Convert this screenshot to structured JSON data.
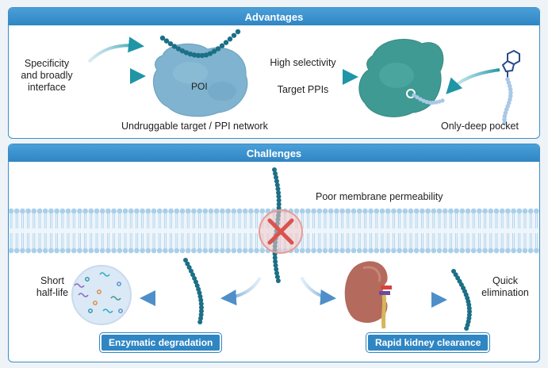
{
  "panels": {
    "advantages": {
      "title": "Advantages",
      "left_label_line1": "Specificity",
      "left_label_line2": "and broadly",
      "left_label_line3": "interface",
      "poi_label": "POI",
      "poi_caption": "Undruggable target / PPI network",
      "arrow_label_top": "High selectivity",
      "arrow_label_bottom": "Target PPIs",
      "pocket_caption": "Only-deep pocket"
    },
    "challenges": {
      "title": "Challenges",
      "membrane_label": "Poor membrane permeability",
      "halflife_line1": "Short",
      "halflife_line2": "half-life",
      "enzymatic_label": "Enzymatic degradation",
      "kidney_label": "Rapid kidney clearance",
      "elimination_line1": "Quick",
      "elimination_line2": "elimination"
    }
  },
  "colors": {
    "header_blue": "#2f86c3",
    "arrow_teal": "#1f95a6",
    "protein_blue": "#7fb3cf",
    "protein_teal": "#3f9a93",
    "bead_dark": "#1c6f86",
    "bead_light": "#a9c8e6",
    "membrane": "#a9cfe9",
    "cross_red": "#d9534f",
    "kidney": "#b46a5c"
  },
  "icons": [
    "peptide-chain-icon",
    "protein-poi-icon",
    "protein-pocket-icon",
    "small-molecule-icon",
    "kidney-icon",
    "enzyme-dish-icon",
    "no-entry-icon"
  ]
}
